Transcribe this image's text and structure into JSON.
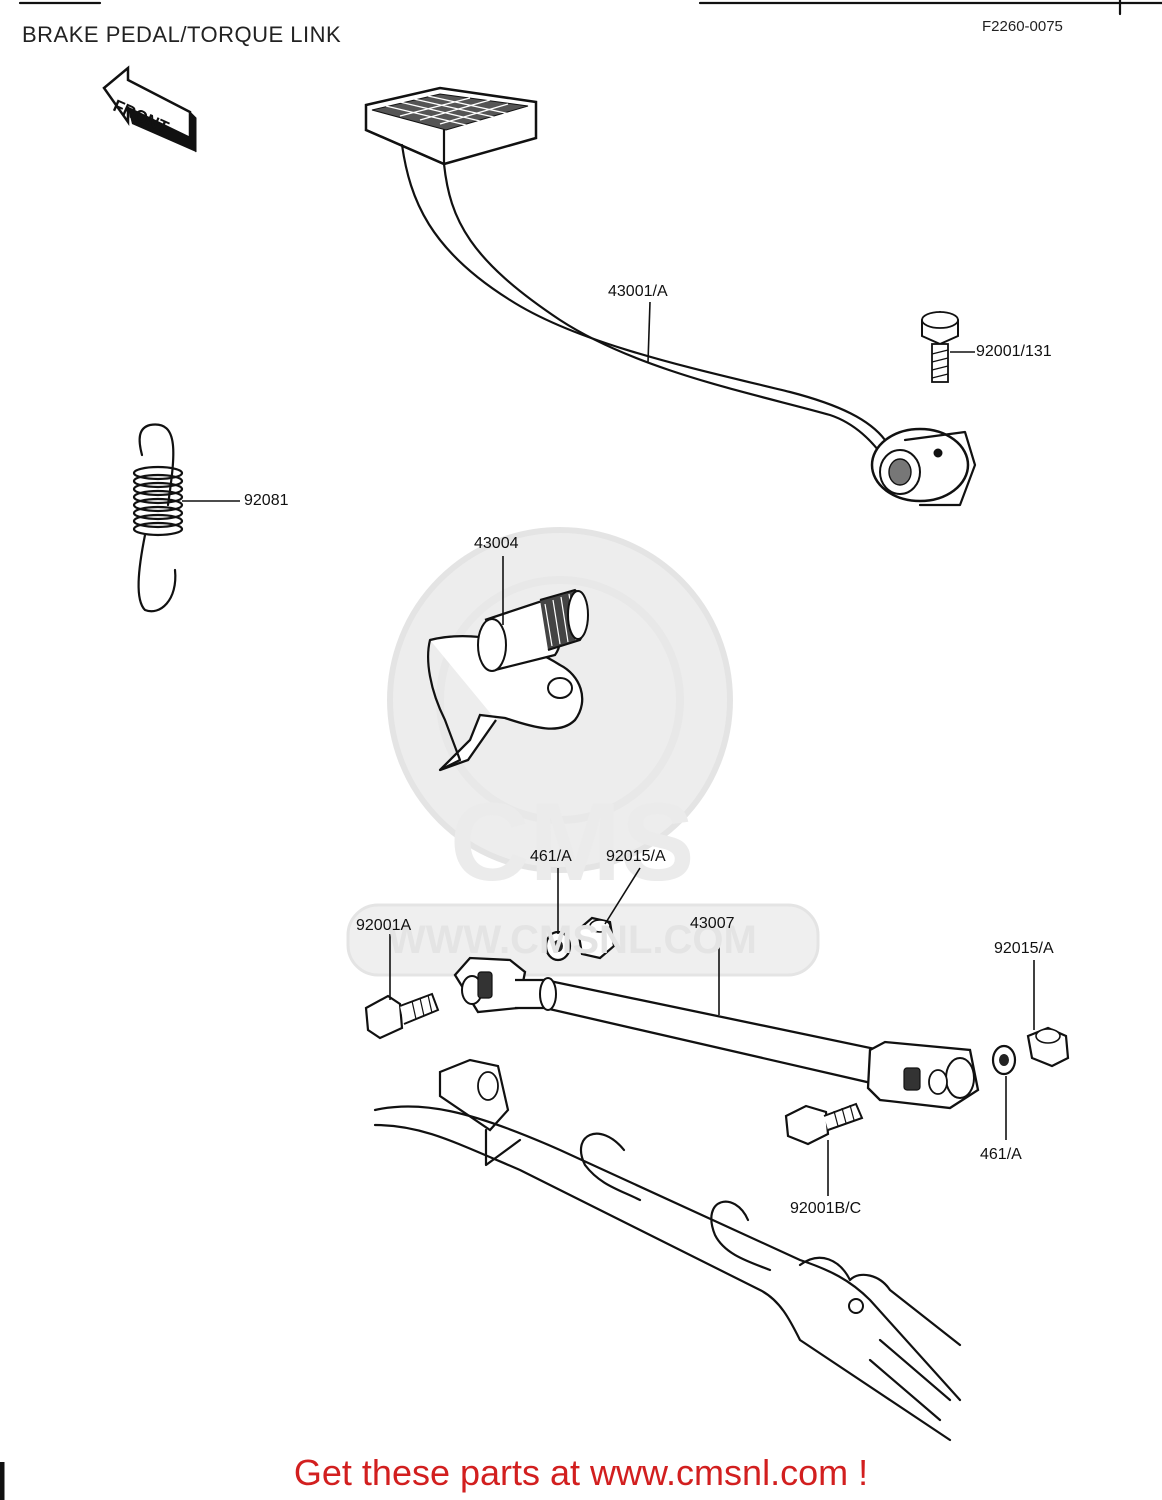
{
  "header": {
    "title": "BRAKE PEDAL/TORQUE LINK",
    "figure_code": "F2260-0075"
  },
  "direction_arrow": {
    "label": "FRONT"
  },
  "watermark": {
    "brand": "CMS",
    "url": "WWW.CMSNL.COM"
  },
  "parts": {
    "brake_pedal": "43001/A",
    "pedal_bolt": "92001/131",
    "return_spring": "92081",
    "brake_lever_shaft": "43004",
    "lock_washer_front": "461/A",
    "nut_front": "92015/A",
    "torque_link": "43007",
    "bolt_front": "92001A",
    "nut_rear": "92015/A",
    "lock_washer_rear": "461/A",
    "bolt_rear": "92001B/C"
  },
  "footer": {
    "cta": "Get these parts at www.cmsnl.com !"
  }
}
